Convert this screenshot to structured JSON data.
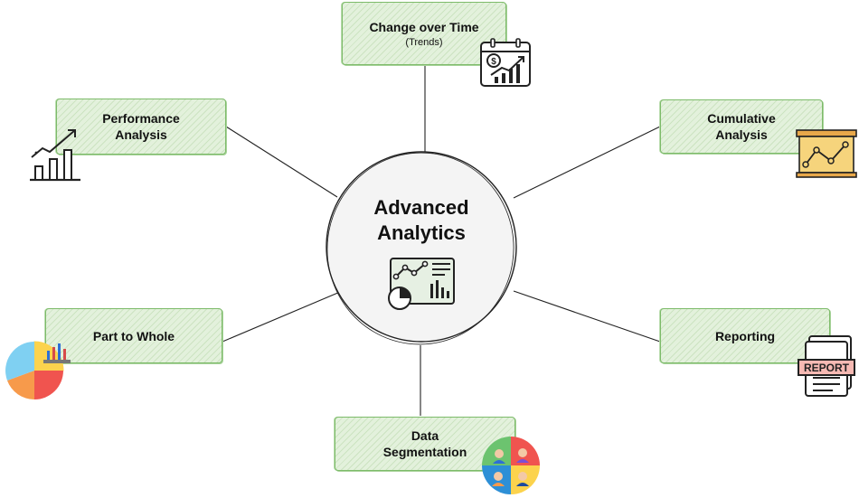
{
  "center": {
    "title_line1": "Advanced",
    "title_line2": "Analytics",
    "icon": "analytics-dashboard-icon"
  },
  "nodes": {
    "change_over_time": {
      "label": "Change over Time",
      "sublabel": "(Trends)",
      "icon": "calendar-growth-chart-icon"
    },
    "performance": {
      "label_line1": "Performance",
      "label_line2": "Analysis",
      "icon": "growth-bar-chart-icon"
    },
    "cumulative": {
      "label_line1": "Cumulative",
      "label_line2": "Analysis",
      "icon": "line-chart-board-icon"
    },
    "part_to_whole": {
      "label": "Part to Whole",
      "icon": "pie-chart-icon"
    },
    "reporting": {
      "label": "Reporting",
      "icon": "report-document-icon"
    },
    "segmentation": {
      "label_line1": "Data",
      "label_line2": "Segmentation",
      "icon": "people-segments-icon"
    }
  },
  "icons": {
    "report_badge_text": "REPORT"
  },
  "colors": {
    "box_fill": "#e3f1dc",
    "box_border": "#7dbb6a",
    "line": "#222222",
    "pie_red": "#f0544f",
    "pie_blue": "#7fd0f2",
    "pie_yellow": "#fcd34d",
    "pie_orange": "#f79a4b"
  }
}
